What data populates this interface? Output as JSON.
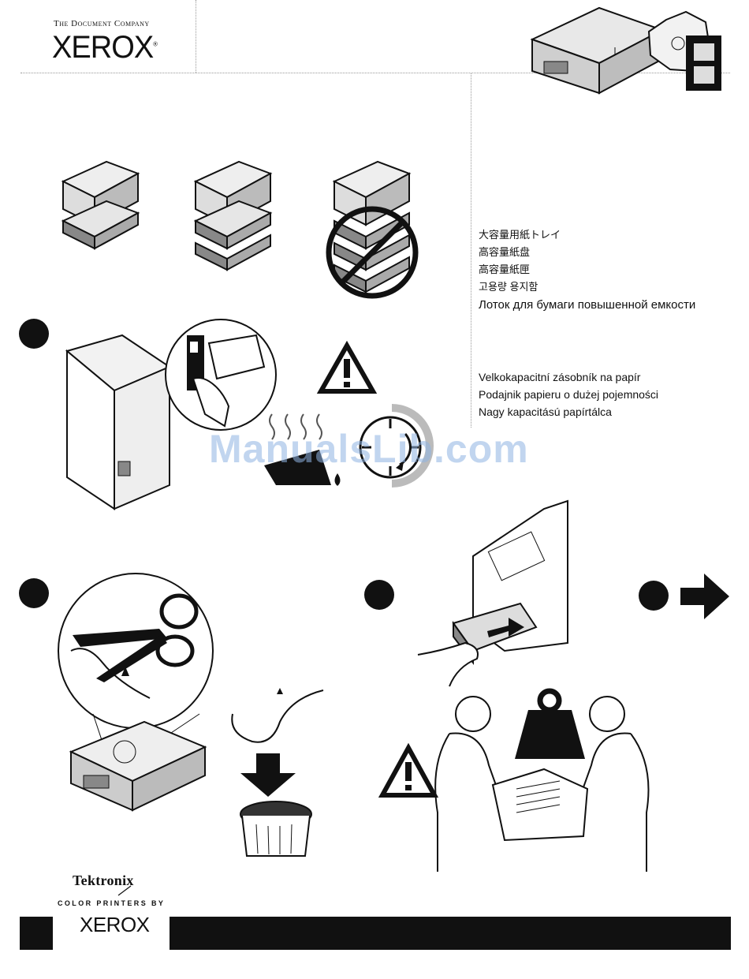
{
  "header": {
    "company_tagline": "The Document Company",
    "brand": "XEROX",
    "registered_mark": "®"
  },
  "product_names": [
    "大容量用紙トレイ",
    "高容量紙盘",
    "高容量紙匣",
    "고용량 용지함",
    "Лоток для бумаги повышенной емкости",
    "Velkokapacitní zásobník na papír",
    "Podajnik papieru o dużej pojemności",
    "Nagy kapacitású papírtálca"
  ],
  "watermark": "ManualsLib.com",
  "footer": {
    "tektronix": "Tektronix",
    "color_printers_by": "COLOR PRINTERS BY",
    "brand": "XEROX"
  },
  "colors": {
    "ink": "#111111",
    "watermark": "#8fb4e3"
  }
}
